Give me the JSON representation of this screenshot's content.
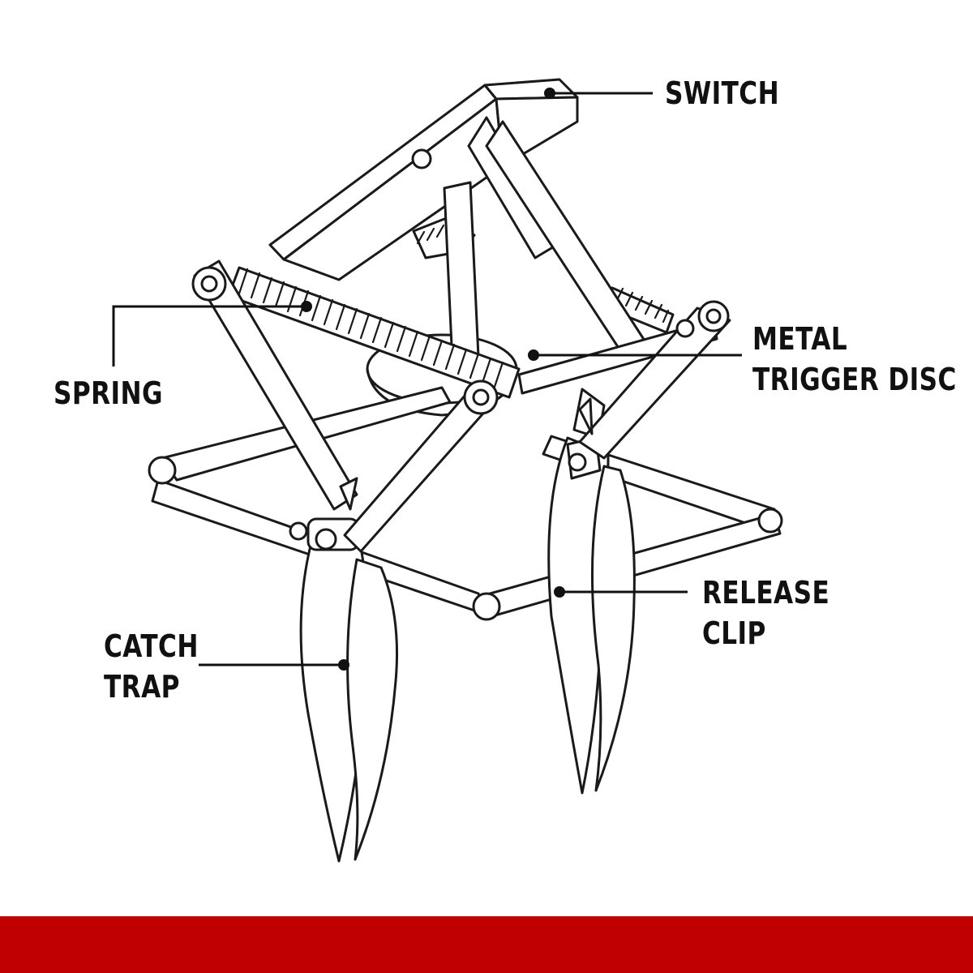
{
  "labels": {
    "switch": "SWITCH",
    "metal_trigger_disc": [
      "METAL",
      "TRIGGER DISC"
    ],
    "spring": "SPRING",
    "release_clip": [
      "RELEASE",
      "CLIP"
    ],
    "catch_trap": [
      "CATCH",
      "TRAP"
    ]
  },
  "colors": {
    "background": "#ffffff",
    "line": "#1a1a1a",
    "footer_band": "#c00000"
  },
  "icons": [
    "mole-trap-illustration"
  ]
}
